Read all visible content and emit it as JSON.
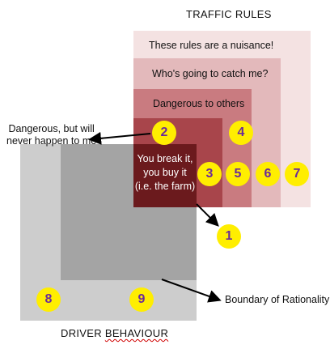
{
  "titles": {
    "top": "TRAFFIC RULES",
    "bottom_a": "DRIVER ",
    "bottom_b": "BEHAVIOUR"
  },
  "rule_layers": [
    "These rules are a nuisance!",
    "Who's going to catch me?",
    "Dangerous to others"
  ],
  "center_box": [
    "You break it,",
    "you buy it",
    "(i.e. the farm)"
  ],
  "callouts": {
    "left": [
      "Dangerous, but will",
      "never happen to me"
    ],
    "right": "Boundary of Rationality"
  },
  "markers": [
    "1",
    "2",
    "3",
    "4",
    "5",
    "6",
    "7",
    "8",
    "9"
  ],
  "colors": {
    "layer1": "#f4e2e2",
    "layer2": "#e3b9bb",
    "layer3": "#c97b80",
    "layer4": "#a8454b",
    "core": "#6b1a1d",
    "gray_outer": "#cdcdcd",
    "gray_inner": "#a4a4a4",
    "marker": "#ffee00",
    "marker_text": "#6a2a9a"
  }
}
